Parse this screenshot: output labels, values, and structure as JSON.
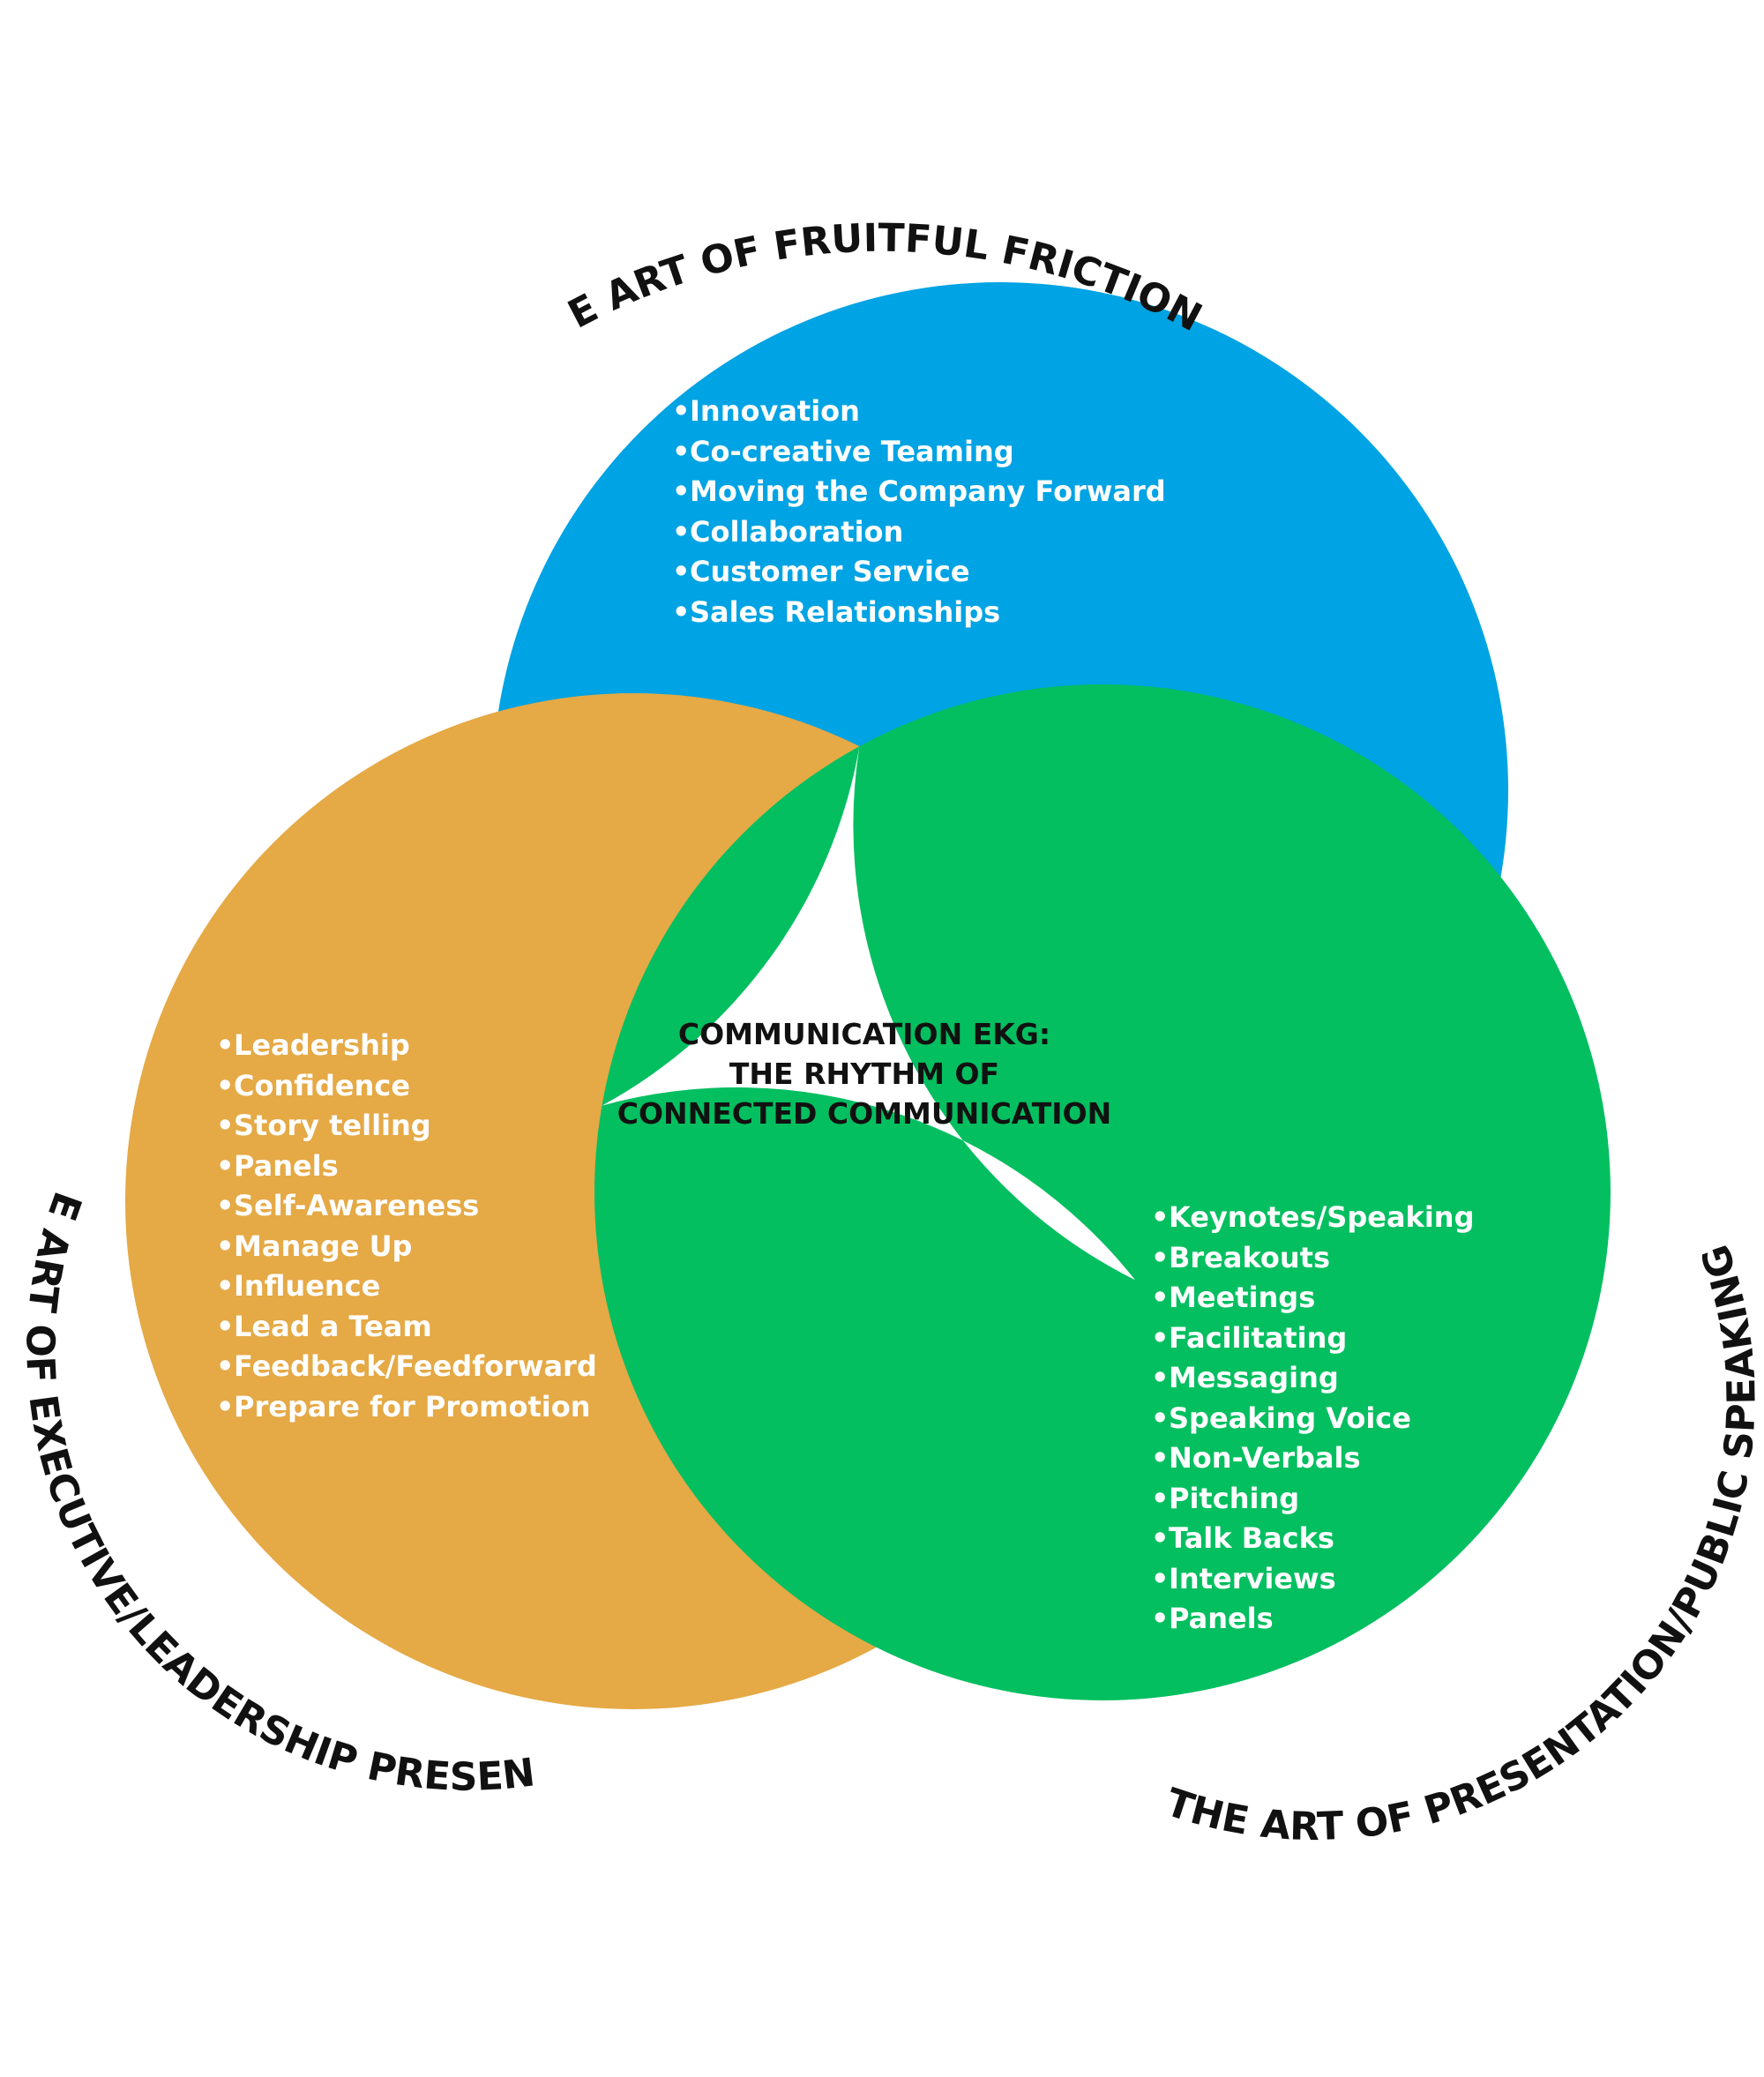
{
  "colors": {
    "blue": "#00A3E3",
    "gold": "#E5A945",
    "green": "#04BF60",
    "center": "#FFFFFF",
    "text_dark": "#111111"
  },
  "titles": {
    "top": "THE ART OF FRUITFUL FRICTION ™",
    "left": "THE ART OF EXECUTIVE/LEADERSHIP PRESENCE",
    "right": "THE ART OF PRESENTATION/PUBLIC SPEAKING"
  },
  "center": {
    "line1": "COMMUNICATION EKG:",
    "line2": "THE RHYTHM OF",
    "line3": "CONNECTED COMMUNICATION"
  },
  "top_items": [
    "Innovation",
    "Co-creative Teaming",
    "Moving the Company Forward",
    "Collaboration",
    "Customer Service",
    "Sales Relationships"
  ],
  "left_items": [
    "Leadership",
    "Confidence",
    "Story telling",
    "Panels",
    "Self-Awareness",
    "Manage Up",
    "Influence",
    "Lead a Team",
    "Feedback/Feedforward",
    "Prepare for Promotion"
  ],
  "right_items": [
    "Keynotes/Speaking",
    "Breakouts",
    "Meetings",
    "Facilitating",
    "Messaging",
    "Speaking Voice",
    "Non-Verbals",
    "Pitching",
    "Talk Backs",
    "Interviews",
    "Panels"
  ]
}
